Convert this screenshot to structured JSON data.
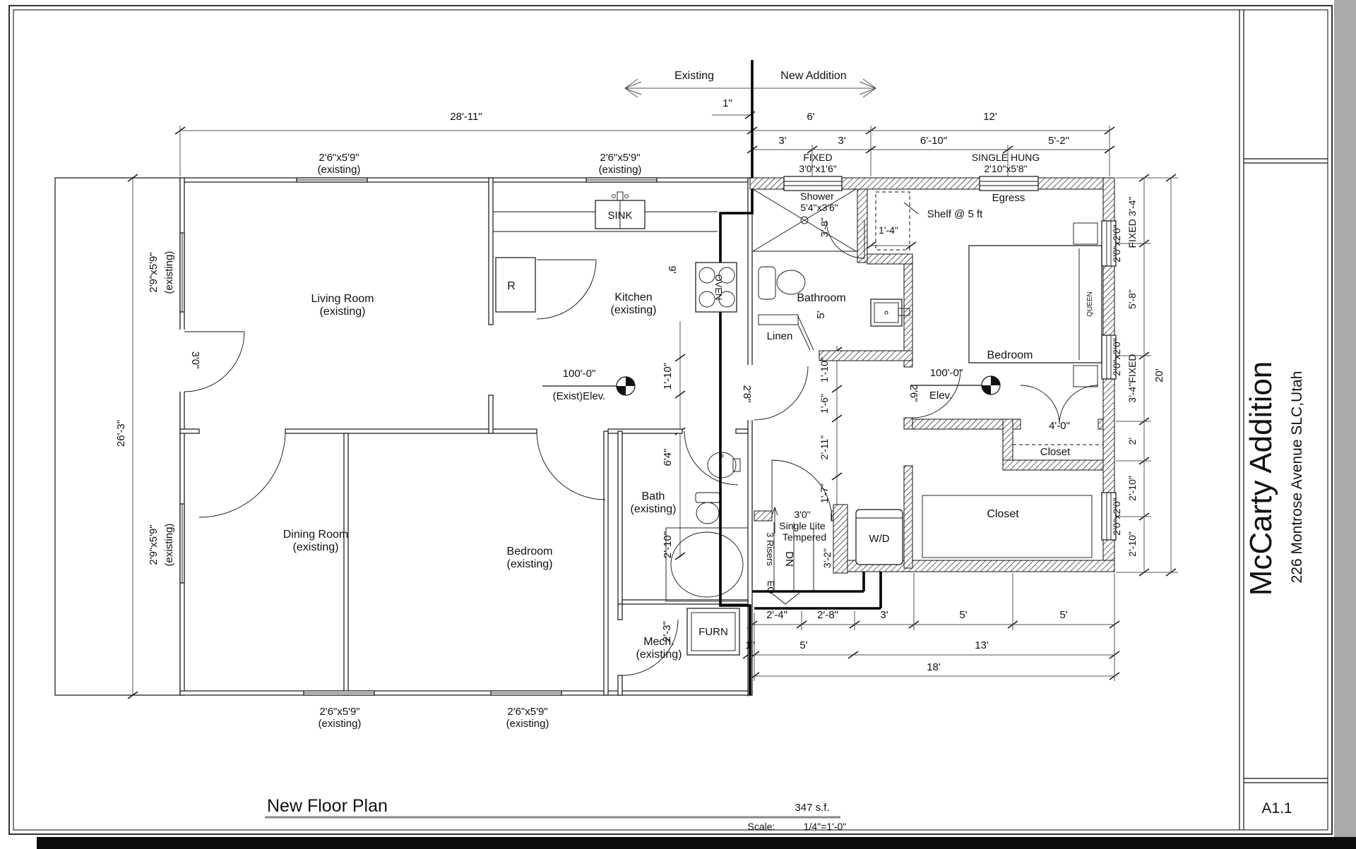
{
  "titleblock": {
    "project": "McCarty Addition",
    "address": "226 Montrose Avenue SLC,Utah",
    "sheet": "A1.1"
  },
  "footer": {
    "title": "New Floor Plan",
    "area": "347 s.f.",
    "scale_label": "Scale:",
    "scale": "1/4\"=1'-0\""
  },
  "phase": {
    "existing": "Existing",
    "new_addition": "New Addition",
    "offset": "1\""
  },
  "rooms": {
    "living_name": "Living Room",
    "living_note": "(existing)",
    "kitchen_name": "Kitchen",
    "kitchen_note": "(existing)",
    "dining_name": "Dining Room",
    "dining_note": "(existing)",
    "bedroom_ex_name": "Bedroom",
    "bedroom_ex_note": "(existing)",
    "bath_ex_name": "Bath",
    "bath_ex_note": "(existing)",
    "mech_name": "Mech.",
    "mech_note": "(existing)",
    "bathroom": "Bathroom",
    "bedroom_new": "Bedroom",
    "closet_a": "Closet",
    "closet_b": "Closet",
    "linen": "Linen",
    "shower_name": "Shower",
    "shower_size": "5'4\"x3'6\"",
    "egress": "Egress"
  },
  "fixtures": {
    "sink": "SINK",
    "fridge": "R",
    "range": "OVEN",
    "furnace": "FURN",
    "washer_dryer": "W/D",
    "bed": "QUEEN"
  },
  "windows": {
    "fixed_type": "FIXED",
    "fixed_size": "3'0\"x1'6\"",
    "sh_type": "SINGLE HUNG",
    "sh_size": "2'10\"x5'8\"",
    "w26": "2'6\"x5'9\"",
    "w29": "2'9\"x5'9\"",
    "existing": "(existing)",
    "w20": "2'0\"x2'0\""
  },
  "annotations": {
    "elev_exist_value": "100'-0\"",
    "elev_exist_label": "(Exist)Elev.",
    "elev_new_value": "100'-0\"",
    "elev_new_label": "Elev.",
    "shelf": "Shelf @ 5 ft",
    "door_size": "3'0\"",
    "door_line1": "Single Lite",
    "door_line2": "Tempered",
    "risers": "3 Risers",
    "dn": "DN",
    "eq": "EQ"
  },
  "dims": {
    "overall_existing": "28'-11\"",
    "one_inch": "1\"",
    "add_6": "6'",
    "add_12": "12'",
    "seg_3a": "3'",
    "seg_3b": "3'",
    "seg_6_10": "6'-10\"",
    "seg_5_2": "5'-2\"",
    "left_overall": "26'-3\"",
    "front_door": "3'0\"",
    "right_overall": "20'",
    "r_334a": "FIXED 3'-4\"",
    "r_58": "5'-8\"",
    "r_334b": "3'-4\"FIXED",
    "r_2": "2'",
    "r_210a": "2'-10\"",
    "r_210b": "2'-10\"",
    "b_24": "2'-4\"",
    "b_28": "2'-8\"",
    "b_3": "3'",
    "b_5a": "5'",
    "b_5b": "5'",
    "b_1": "1\"",
    "b_5c": "5'",
    "b_13": "13'",
    "b_18": "18'",
    "kitchen_9": "9'",
    "hall_110": "1'-10\"",
    "hall_64": "6'4\"",
    "door_28": "2'8\"",
    "c_110": "1'-10\"",
    "c_16": "1'-6\"",
    "c_211": "2'-11\"",
    "c_17": "1'-7\"",
    "shower_38": "3'-8\"",
    "bath_5": "5'",
    "niche_14": "1'-4\"",
    "bed_door_26": "2'6\"",
    "closet_40": "4'-0\"",
    "stair_32": "3'-2\"",
    "tub_210": "2'-10\"",
    "mech_23": "2'-3\""
  }
}
